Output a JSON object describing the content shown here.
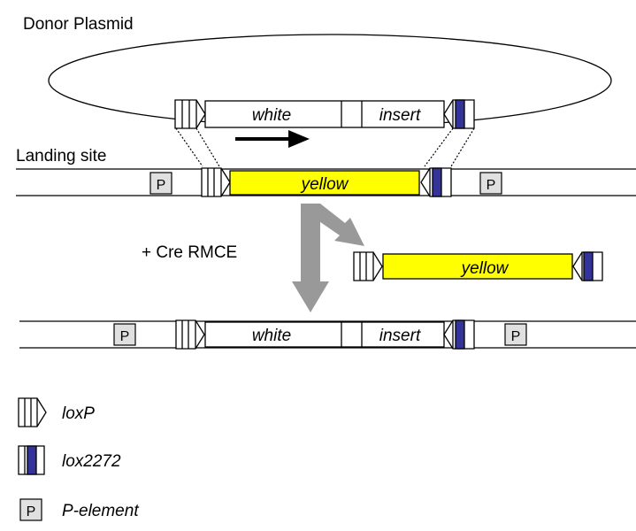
{
  "labels": {
    "donor_plasmid": "Donor Plasmid",
    "landing_site": "Landing site",
    "cre_rmce": "+ Cre RMCE"
  },
  "genes": {
    "white": "white",
    "insert": "insert",
    "yellow": "yellow"
  },
  "p_element_symbol": "P",
  "legend": {
    "loxp": "loxP",
    "lox2272": "lox2272",
    "p_element": "P-element"
  },
  "colors": {
    "yellow_gene": "#ffff00",
    "lox2272_fill": "#333399",
    "p_element_fill": "#e0e0e0",
    "rmce_arrow": "#999999",
    "line": "#000000"
  }
}
